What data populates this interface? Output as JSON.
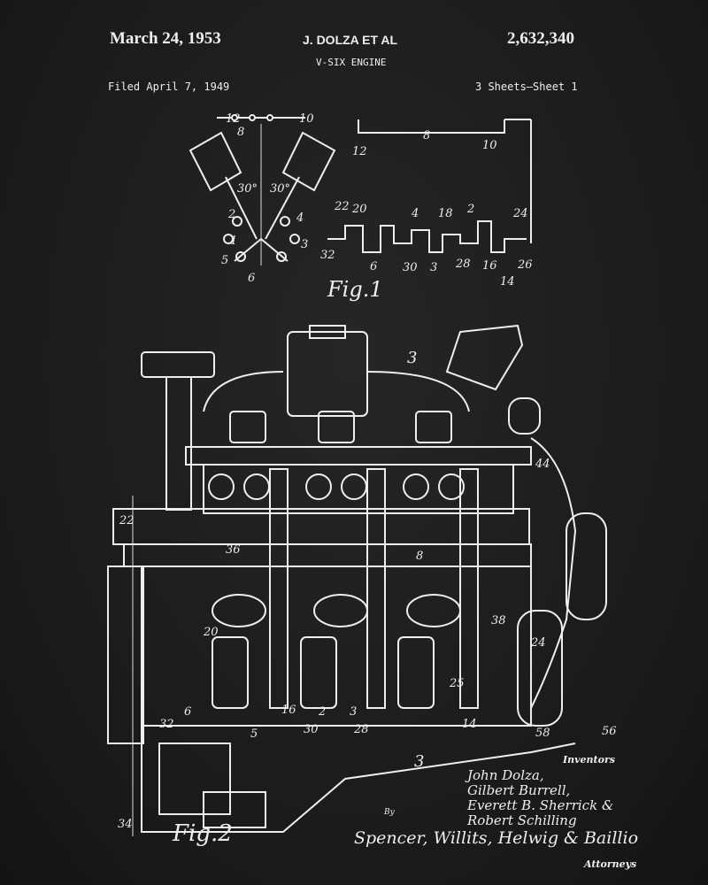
{
  "header": {
    "date": "March 24, 1953",
    "inventor": "J. DOLZA ET AL",
    "patent_number": "2,632,340",
    "title": "V-SIX ENGINE",
    "filed": "Filed April 7, 1949",
    "sheets": "3 Sheets—Sheet 1"
  },
  "figures": {
    "fig1": "Fig.1",
    "fig2": "Fig.2",
    "section_mark": "3"
  },
  "fig1_labels": [
    "12",
    "8",
    "10",
    "30°",
    "30°",
    "2",
    "4",
    "1",
    "3",
    "5",
    "6",
    "12",
    "8",
    "10",
    "22",
    "20",
    "4",
    "18",
    "2",
    "24",
    "32",
    "6",
    "30",
    "3",
    "28",
    "16",
    "14",
    "26"
  ],
  "fig2_labels": [
    "22",
    "36",
    "8",
    "44",
    "20",
    "38",
    "24",
    "6",
    "5",
    "32",
    "30",
    "16",
    "28",
    "25",
    "14",
    "58",
    "56",
    "34",
    "3",
    "2"
  ],
  "signature": {
    "inventors_label": "Inventors",
    "names": [
      "John Dolza,",
      "Gilbert Burrell,",
      "Everett B. Sherrick &",
      "Robert Schilling"
    ],
    "by": "By",
    "attorneys_signature": "Spencer, Willits, Helwig & Baillio",
    "attorneys_label": "Attorneys"
  }
}
